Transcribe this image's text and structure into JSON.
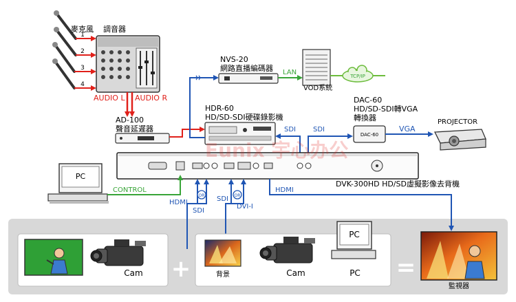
{
  "mic_label": "麥克風",
  "mixer_label": "調音器",
  "mic_numbers": [
    "1",
    "2",
    "3",
    "4"
  ],
  "audio_l": "AUDIO L",
  "audio_r": "AUDIO R",
  "ad100_name": "AD-100",
  "ad100_desc": "聲音延遲器",
  "nvs_name": "NVS-20",
  "nvs_desc": "網路直播編碼器",
  "lan_label": "LAN",
  "vod_label": "VOD系統",
  "tcpip_label": "TCP/IP",
  "hdr_name": "HDR-60",
  "hdr_desc": "HD/SD-SDI硬碟錄影機",
  "sdi_label": "SDI",
  "dac_name": "DAC-60",
  "dac_desc1": "HD/SD-SDI轉VGA",
  "dac_desc2": "轉換器",
  "dac_box_label": "DAC-60",
  "vga_label": "VGA",
  "projector_label": "PROJECTOR",
  "pc_label": "PC",
  "control_label": "CONTROL",
  "hdmi_label": "HDMI",
  "or_label": "OR",
  "dvi_label": "DVI-I",
  "dvk_label": "DVK-300HD  HD/SD虛擬影像去背機",
  "cam_label": "Cam",
  "background_label": "背景",
  "monitor_label": "監視器",
  "watermark": "Eunix 宇心办公",
  "plus": "+",
  "equals": "=",
  "colors": {
    "red": "#e0201a",
    "blue": "#1f55b4",
    "green": "#38a437",
    "tcp_green": "#6cbc3c",
    "bottom_bg": "#d8d8d8"
  }
}
